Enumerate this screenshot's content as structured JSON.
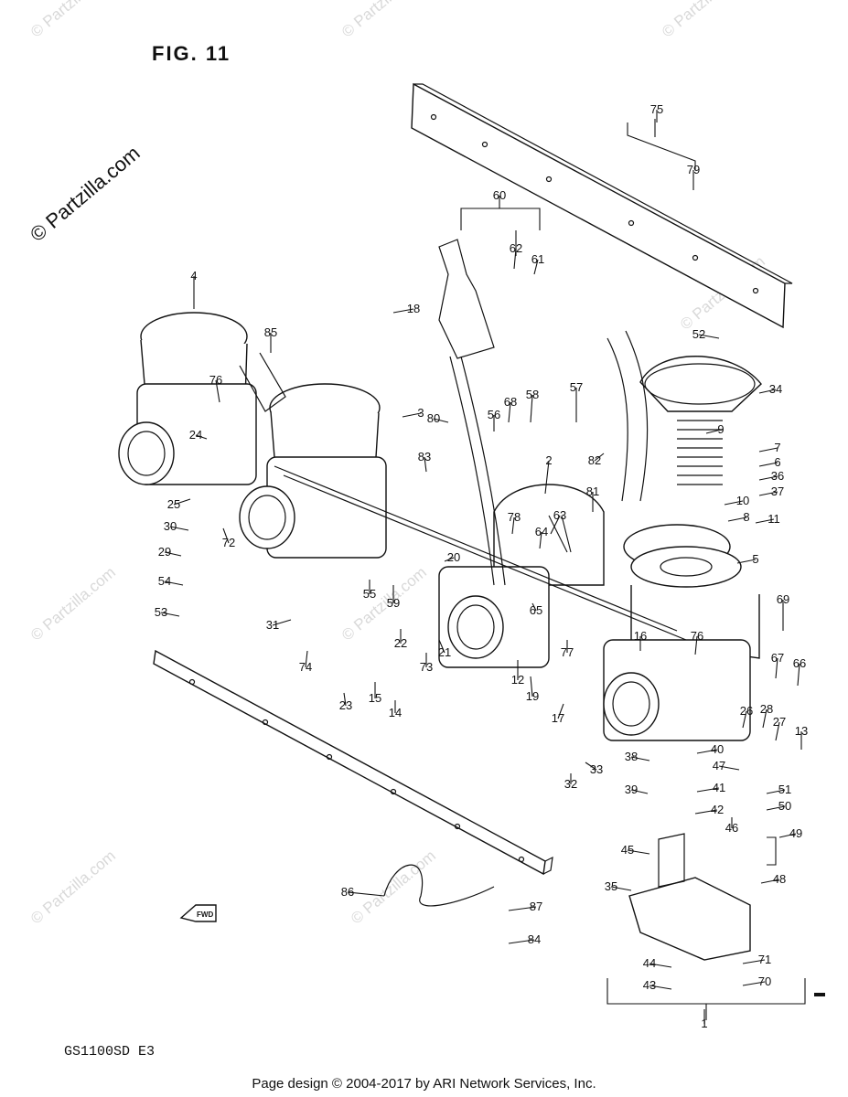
{
  "diagram": {
    "figure_label": "FIG. 11",
    "model_code": "GS1100SD  E3",
    "footer": "Page design © 2004-2017 by ARI Network Services, Inc.",
    "copyright": "© Partzilla.com",
    "watermark": "© Partzilla.com",
    "fwd_label": "FWD",
    "part_numbers": [
      "1",
      "2",
      "3",
      "4",
      "5",
      "6",
      "7",
      "8",
      "9",
      "10",
      "11",
      "12",
      "13",
      "14",
      "15",
      "16",
      "17",
      "18",
      "19",
      "20",
      "21",
      "22",
      "23",
      "24",
      "25",
      "26",
      "27",
      "28",
      "29",
      "30",
      "31",
      "32",
      "33",
      "34",
      "35",
      "36",
      "37",
      "38",
      "39",
      "40",
      "41",
      "42",
      "43",
      "44",
      "45",
      "46",
      "47",
      "48",
      "49",
      "50",
      "51",
      "52",
      "53",
      "54",
      "55",
      "56",
      "57",
      "58",
      "59",
      "60",
      "61",
      "62",
      "63",
      "64",
      "65",
      "66",
      "67",
      "68",
      "69",
      "70",
      "71",
      "72",
      "73",
      "74",
      "75",
      "76",
      "76",
      "77",
      "78",
      "79",
      "80",
      "81",
      "82",
      "83",
      "84",
      "85",
      "86",
      "87"
    ]
  }
}
